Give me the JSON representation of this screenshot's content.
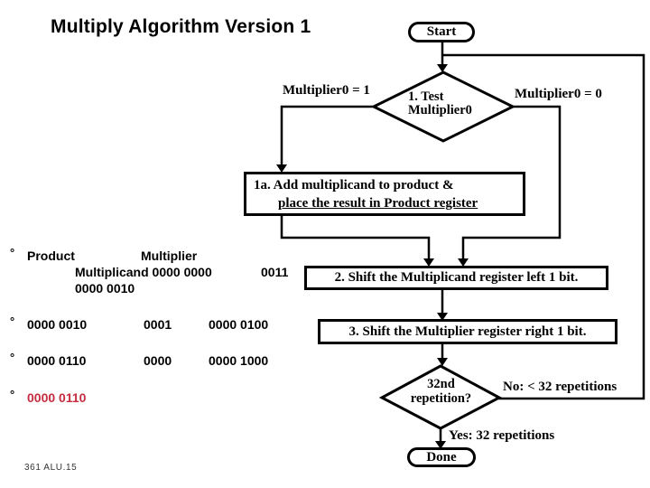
{
  "slide": {
    "title": "Multiply Algorithm Version 1",
    "footer": "361 ALU.15"
  },
  "flowchart": {
    "start": "Start",
    "decision1": {
      "line1": "1. Test",
      "line2": "Multiplier0"
    },
    "branch_multiplier1": "Multiplier0 = 1",
    "branch_multiplier0": "Multiplier0 = 0",
    "step1a": {
      "line1": "1a. Add multiplicand to product &",
      "line2": "place the result in Product register"
    },
    "step2": "2. Shift the Multiplicand register left 1 bit.",
    "step3": "3. Shift the Multiplier register right 1 bit.",
    "decision2": {
      "line1": "32nd",
      "line2": "repetition?"
    },
    "branch_no": "No: < 32 repetitions",
    "branch_yes": "Yes: 32 repetitions",
    "done": "Done"
  },
  "trace": {
    "bullet": "°",
    "headers": {
      "product": "Product",
      "multiplier": "Multiplier"
    },
    "initial": {
      "multiplicand_and_product": "Multiplicand 0000 0000",
      "multiplier_value": "0011",
      "multiplicand_value": "0000 0010"
    },
    "rows": [
      {
        "product": "0000 0010",
        "multiplier": "0001",
        "multiplicand": "0000 0100"
      },
      {
        "product": "0000 0110",
        "multiplier": "0000",
        "multiplicand": "0000 1000"
      },
      {
        "product": "0000 0110"
      }
    ]
  },
  "colors": {
    "highlight_red": "#C62C3F",
    "line_black": "#000000"
  }
}
